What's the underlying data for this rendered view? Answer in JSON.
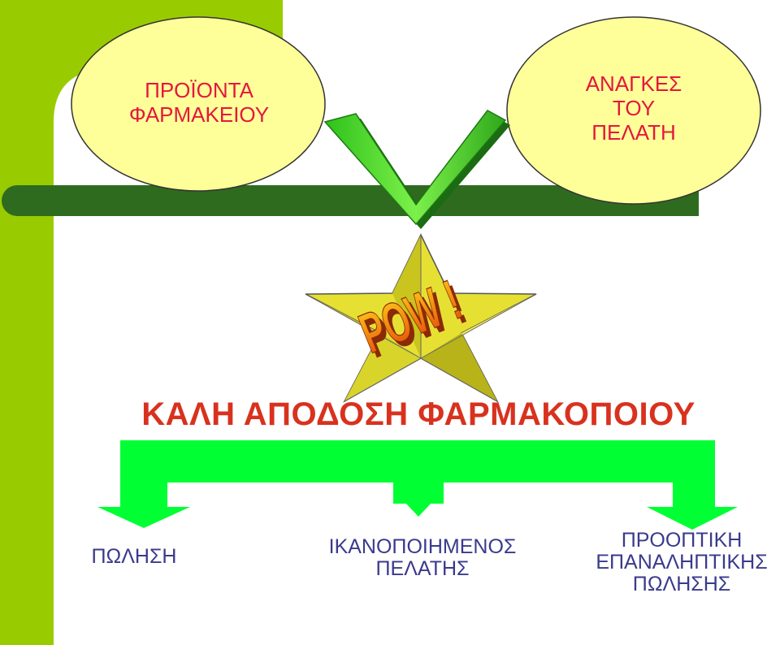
{
  "bubbles": {
    "left": {
      "line1": "ΠΡΟΪΟΝΤΑ",
      "line2": "ΦΑΡΜΑΚΕΙΟΥ"
    },
    "right": {
      "line1": "ΑΝΑΓΚΕΣ",
      "line2": "ΤΟΥ",
      "line3": "ΠΕΛΑΤΗ"
    }
  },
  "star_badge": {
    "text": "POW !"
  },
  "title": "ΚΑΛΗ ΑΠΟΔΟΣΗ ΦΑΡΜΑΚΟΠΟΙΟΥ",
  "outcomes": {
    "left": {
      "line1": "ΠΩΛΗΣΗ"
    },
    "center": {
      "line1": "ΙΚΑΝΟΠΟΙΗΜΕΝΟΣ",
      "line2": "ΠΕΛΑΤΗΣ"
    },
    "right": {
      "line1": "ΠΡΟΟΠΤΙΚΗ",
      "line2": "ΕΠΑΝΑΛΗΠΤΙΚΗΣ",
      "line3": "ΠΩΛΗΣΗΣ"
    }
  },
  "colors": {
    "lime_bar": "#99cc00",
    "dark_green_bar": "#2f6b1f",
    "bubble_fill": "#ffff99",
    "bubble_text": "#e4173e",
    "bright_green_arrows": "#00ff33",
    "star_fill": "#e6e033",
    "pow_text": "#e86a10",
    "title_text": "#d8321e",
    "outcome_text": "#3a3a8c"
  }
}
